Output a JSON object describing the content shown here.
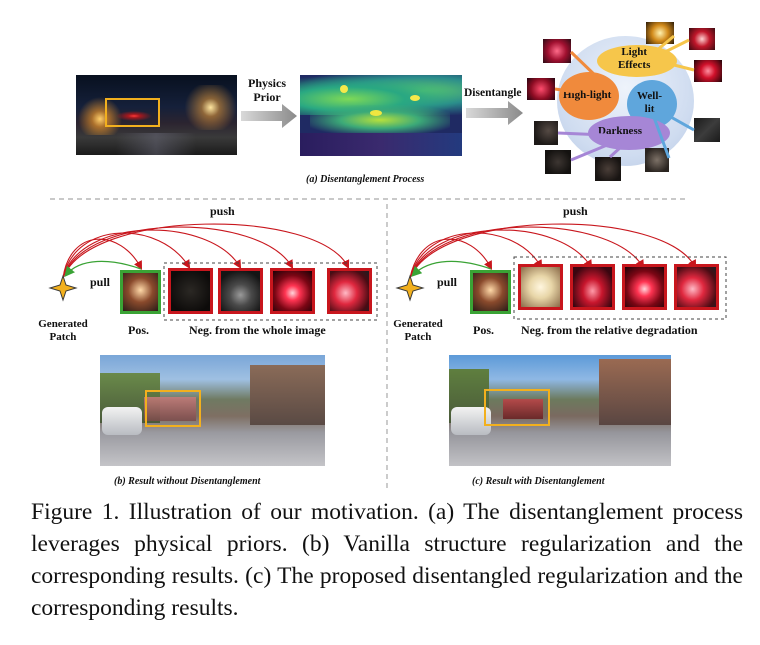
{
  "panel_a": {
    "arrow1_label_line1": "Physics",
    "arrow1_label_line2": "Prior",
    "arrow2_label": "Disentangle",
    "ellipse_labels": {
      "light_effects_line1": "Light",
      "light_effects_line2": "Effects",
      "high_light": "High-light",
      "well_lit_line1": "Well-",
      "well_lit_line2": "lit",
      "darkness": "Darkness"
    },
    "caption": "(a) Disentanglement Process"
  },
  "panel_b": {
    "push_label": "push",
    "pull_label": "pull",
    "generated_line1": "Generated",
    "generated_line2": "Patch",
    "pos_label": "Pos.",
    "neg_label": "Neg. from the whole image",
    "caption": "(b) Result without Disentanglement"
  },
  "panel_c": {
    "push_label": "push",
    "pull_label": "pull",
    "generated_line1": "Generated",
    "generated_line2": "Patch",
    "pos_label": "Pos.",
    "neg_label": "Neg. from the relative degradation",
    "caption": "(c) Result with Disentanglement"
  },
  "figure_caption": "Figure 1. Illustration of our motivation. (a) The disentanglement process leverages physical priors. (b) Vanilla structure regularization and the corresponding results. (c) The proposed disentangled regularization and the corresponding results.",
  "colors": {
    "push_arrow": "#c8161d",
    "pull_arrow": "#3aa335",
    "negative_border": "#c8161d",
    "positive_border": "#3aa335",
    "highlight_box": "#f2b01e",
    "star": "#f2b01e"
  }
}
